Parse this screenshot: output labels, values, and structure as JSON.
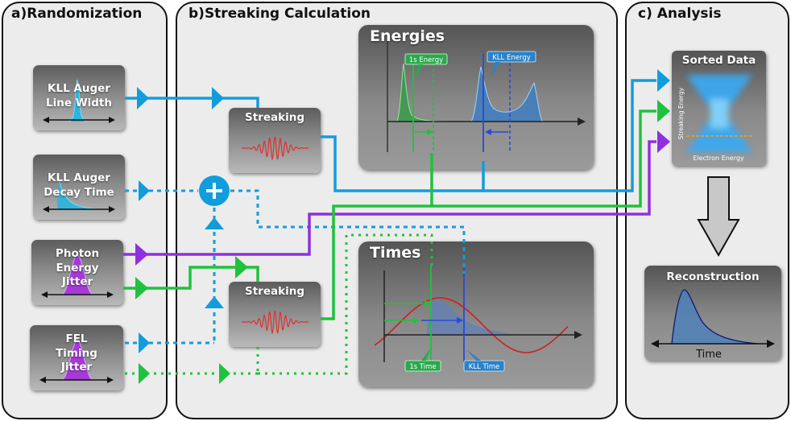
{
  "panels": {
    "randomization": "a)Randomization",
    "streaking_calc": "b)Streaking Calculation",
    "analysis": "c) Analysis"
  },
  "inputs": [
    {
      "label": "KLL Auger Line Width",
      "lines": [
        "KLL Auger",
        "Line Width"
      ],
      "color": "#19a0dc",
      "dist": "line"
    },
    {
      "label": "KLL Auger Decay Time",
      "lines": [
        "KLL Auger",
        "Decay Time"
      ],
      "color": "#19a0dc",
      "dist": "decay"
    },
    {
      "label": "Photon Energy Jitter",
      "lines": [
        "Photon",
        "Energy",
        "Jitter"
      ],
      "color": "#8e30c0",
      "dist": "gauss"
    },
    {
      "label": "FEL Timing Jitter",
      "lines": [
        "FEL",
        "Timing",
        "Jitter"
      ],
      "color": "#8e30c0",
      "dist": "gauss"
    }
  ],
  "streaking_boxes": [
    "Streaking",
    "Streaking"
  ],
  "energies": {
    "title": "Energies",
    "callout_1s": "1s Energy",
    "callout_kll": "KLL Energy"
  },
  "times": {
    "title": "Times",
    "callout_1s": "1s Time",
    "callout_kll": "KLL Time"
  },
  "sorted": {
    "title": "Sorted Data",
    "ylabel": "Streaking Energy",
    "xlabel": "Electron Energy"
  },
  "reconstruction": {
    "title": "Reconstruction",
    "xlabel": "Time"
  },
  "colors": {
    "blue": "#119ddc",
    "green": "#1fc23c",
    "purple": "#8e30e0",
    "dark_blue": "#2a49d8",
    "red": "#cc2020"
  }
}
